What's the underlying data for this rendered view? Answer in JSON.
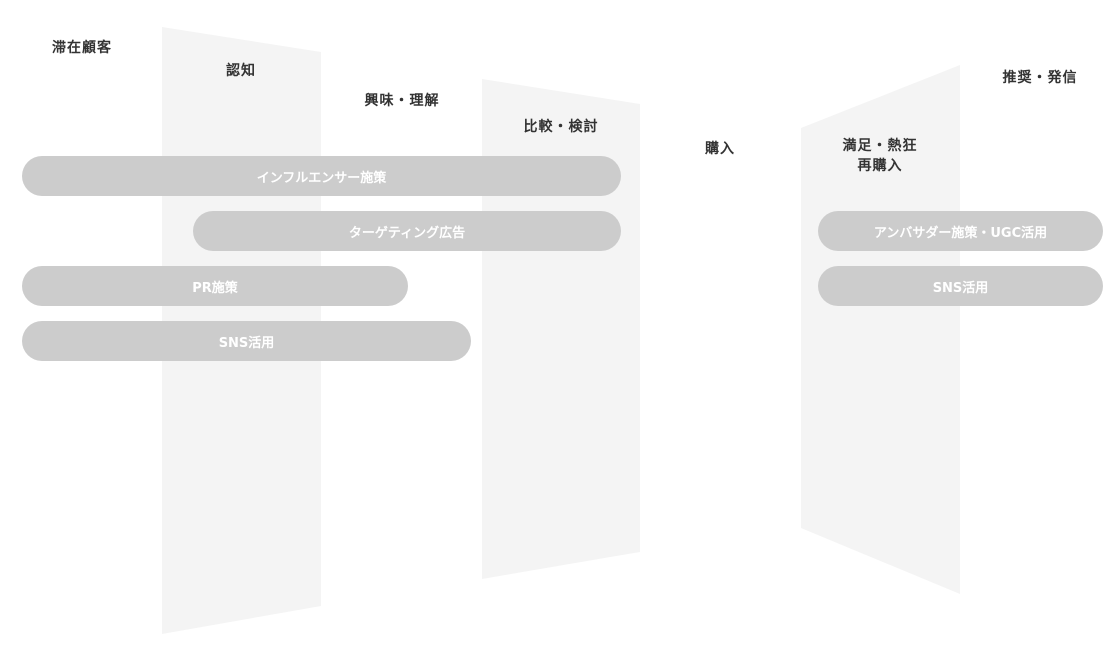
{
  "colors": {
    "band": "#f4f4f4",
    "pill": "#cccccc",
    "label": "#333333",
    "pill_text": "#ffffff"
  },
  "stages": [
    {
      "label": "滞在顧客"
    },
    {
      "label": "認知"
    },
    {
      "label": "興味・理解"
    },
    {
      "label": "比較・検討"
    },
    {
      "label": "購入"
    },
    {
      "label_line1": "満足・熱狂",
      "label_line2": "再購入"
    },
    {
      "label": "推奨・発信"
    }
  ],
  "measures": [
    {
      "label": "インフルエンサー施策"
    },
    {
      "label": "ターゲティング広告"
    },
    {
      "label": "PR施策"
    },
    {
      "label": "SNS活用"
    },
    {
      "label": "アンバサダー施策・UGC活用"
    },
    {
      "label": "SNS活用"
    }
  ]
}
